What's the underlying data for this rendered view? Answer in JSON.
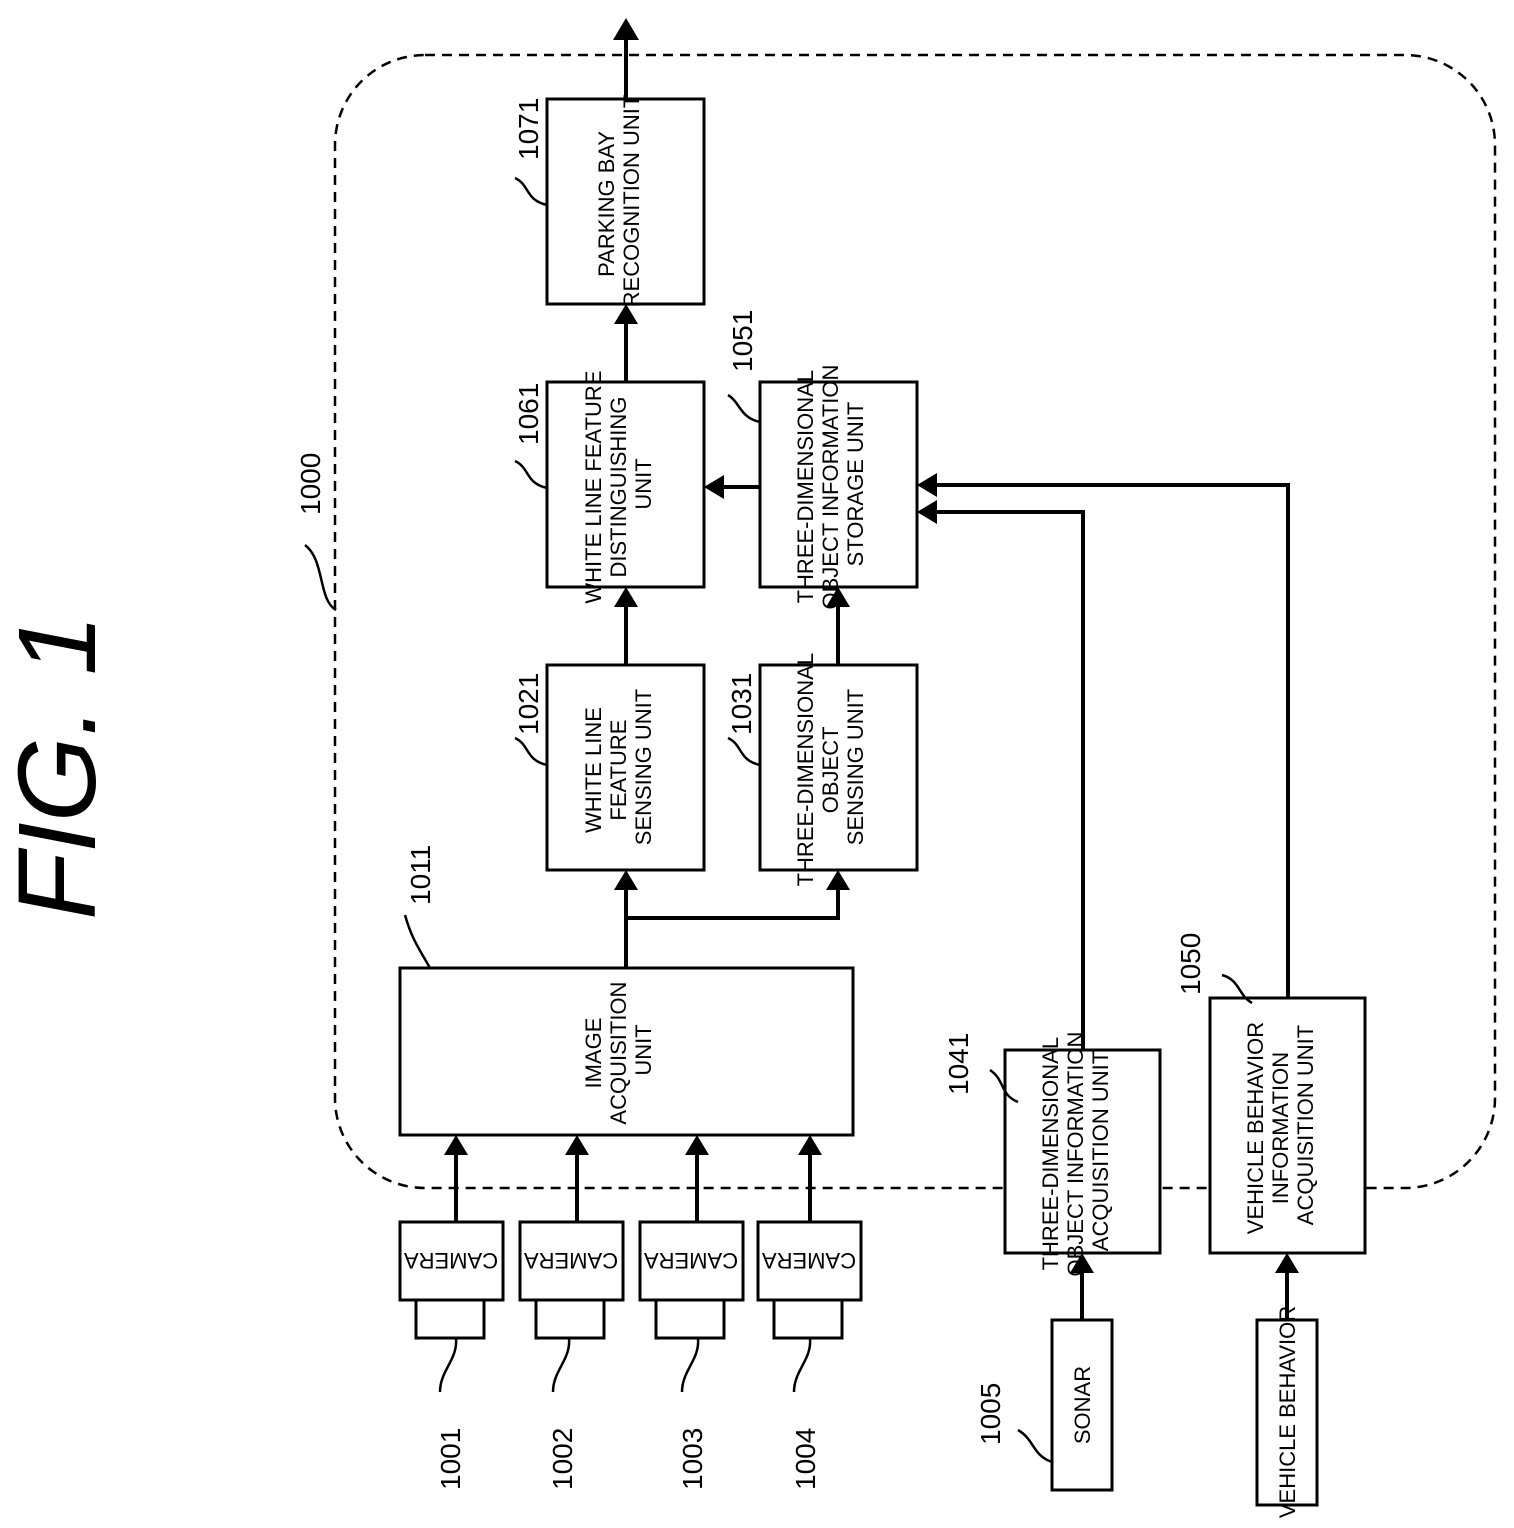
{
  "figure": {
    "title": "FIG. 1",
    "system_ref": "1000"
  },
  "blocks": {
    "image_acquisition": {
      "ref": "1011",
      "lines": [
        "IMAGE",
        "ACQUISITION",
        "UNIT"
      ]
    },
    "white_line_sensing": {
      "ref": "1021",
      "lines": [
        "WHITE LINE",
        "FEATURE",
        "SENSING UNIT"
      ]
    },
    "three_d_sensing": {
      "ref": "1031",
      "lines": [
        "THREE-DIMENSIONAL",
        "OBJECT",
        "SENSING UNIT"
      ]
    },
    "white_line_distinguishing": {
      "ref": "1061",
      "lines": [
        "WHITE LINE FEATURE",
        "DISTINGUISHING",
        "UNIT"
      ]
    },
    "three_d_storage": {
      "ref": "1051",
      "lines": [
        "THREE-DIMENSIONAL",
        "OBJECT INFORMATION",
        "STORAGE UNIT"
      ]
    },
    "parking_bay": {
      "ref": "1071",
      "lines": [
        "PARKING BAY",
        "RECOGNITION UNIT"
      ]
    },
    "three_d_info_acq": {
      "ref": "1041",
      "lines": [
        "THREE-DIMENSIONAL",
        "OBJECT INFORMATION",
        "ACQUISITION UNIT"
      ]
    },
    "vehicle_behavior_acq": {
      "ref": "1050",
      "lines": [
        "VEHICLE BEHAVIOR",
        "INFORMATION",
        "ACQUISITION UNIT"
      ]
    }
  },
  "cameras": [
    {
      "ref": "1001",
      "label": "CAMERA"
    },
    {
      "ref": "1002",
      "label": "CAMERA"
    },
    {
      "ref": "1003",
      "label": "CAMERA"
    },
    {
      "ref": "1004",
      "label": "CAMERA"
    }
  ],
  "sonar": {
    "ref": "1005",
    "label": "SONAR"
  },
  "vehicle_behavior": {
    "label": "VEHICLE BEHAVIOR"
  }
}
